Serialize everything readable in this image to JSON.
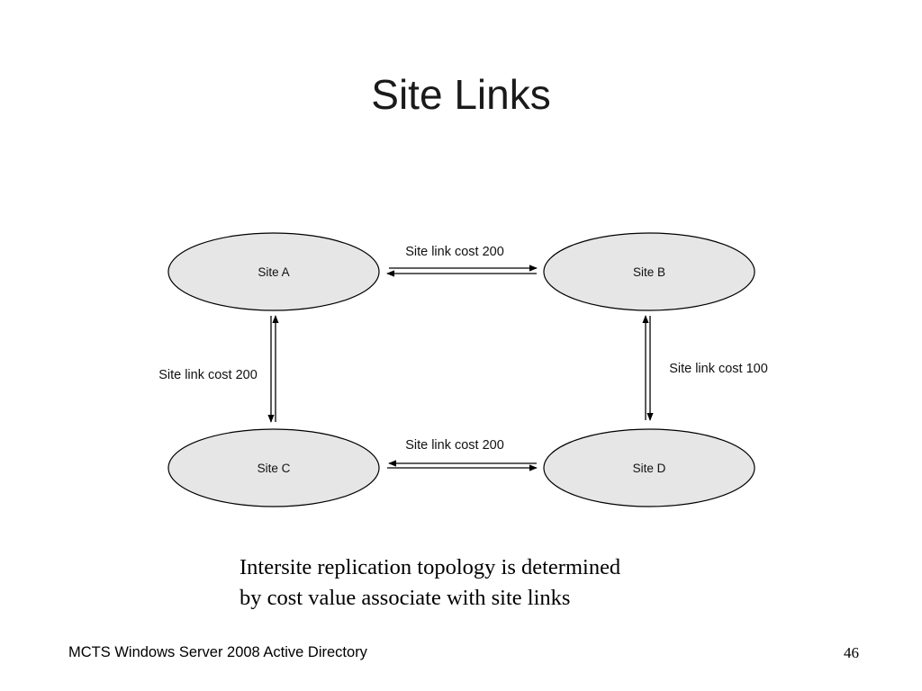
{
  "slide": {
    "title": "Site Links",
    "caption_line1": "Intersite replication topology is determined",
    "caption_line2": "by cost value associate with site links",
    "footer_left": "MCTS Windows Server 2008 Active Directory",
    "page_number": "46"
  },
  "diagram": {
    "sites": {
      "a": "Site A",
      "b": "Site B",
      "c": "Site C",
      "d": "Site D"
    },
    "links": {
      "ab": "Site link cost 200",
      "ac": "Site link cost 200",
      "bd": "Site link cost 100",
      "cd": "Site link cost 200"
    }
  },
  "colors": {
    "site_fill": "#e6e6e6",
    "stroke": "#000000"
  }
}
